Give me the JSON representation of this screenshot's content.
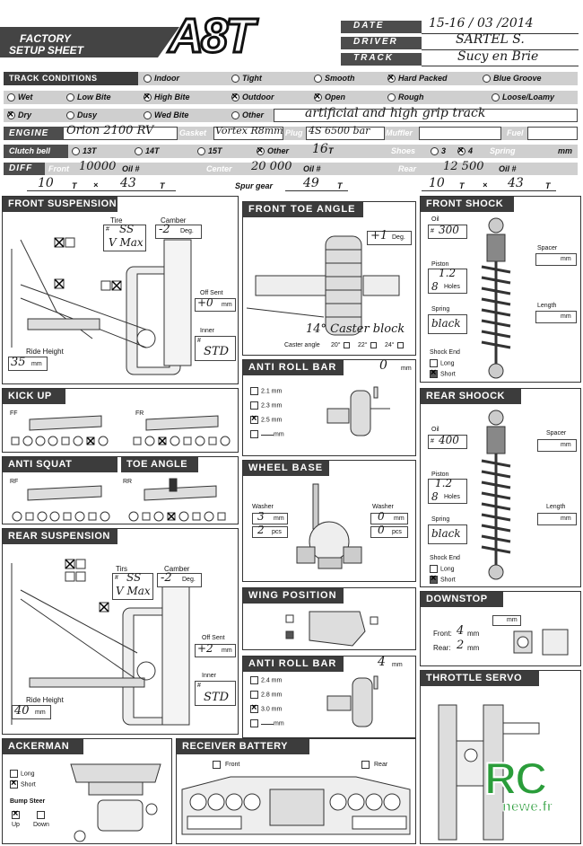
{
  "brand": {
    "factory": "FACTORY",
    "setup": "SETUP SHEET",
    "logo": "A8T"
  },
  "header": {
    "date_label": "DATE",
    "date_value": "15-16 / 03 /2014",
    "driver_label": "DRIVER",
    "driver_value": "SARTEL S.",
    "track_label": "TRACK",
    "track_value": "Sucy en Brie"
  },
  "track_conditions": {
    "title": "TRACK CONDITIONS",
    "row1": [
      "Indoor",
      "Tight",
      "Smooth",
      "Hard Packed",
      "Blue Groove"
    ],
    "row2": [
      "Wet",
      "Low Bite",
      "High Bite",
      "Outdoor",
      "Open",
      "Rough",
      "Loose/Loamy"
    ],
    "row3": [
      "Dry",
      "Dusy",
      "Wed Bite",
      "Other"
    ],
    "other_value": "artificial and high grip track"
  },
  "engine": {
    "label": "ENGINE",
    "value": "Orion 2100 RV",
    "gasket_label": "Gasket",
    "gasket_value": "Vortex R8mm",
    "plug_label": "Plug",
    "plug_value": "4S 6500 bar",
    "muffler_label": "Muffler",
    "fuel_label": "Fuel"
  },
  "clutch": {
    "label": "Clutch bell",
    "opt1": "13T",
    "opt2": "14T",
    "opt3": "15T",
    "opt4": "Other",
    "other_value": "16",
    "t": "T",
    "shoes_label": "Shoes",
    "shoes3": "3",
    "shoes4": "4",
    "spring_label": "Spring",
    "spring_unit": "mm"
  },
  "diff": {
    "label": "DIFF",
    "front_label": "Front",
    "front_value": "10000",
    "oil": "Oil #",
    "center_label": "Center",
    "center_value": "20 000",
    "rear_label": "Rear",
    "rear_value": "12 500",
    "front_t1": "10",
    "front_t2": "43",
    "t": "T",
    "x": "×",
    "spur_label": "Spur gear",
    "spur_value": "49",
    "rear_t1": "10",
    "rear_t2": "43"
  },
  "front_suspension": {
    "title": "FRONT SUSPENSION",
    "tire_label": "Tire",
    "tire_value1": "SS",
    "tire_value2": "V Max",
    "camber_label": "Camber",
    "camber_value": "-2",
    "deg": "Deg.",
    "offsent_label": "Off Sent",
    "offsent_value": "+0",
    "mm": "mm",
    "inner_label": "Inner",
    "inner_value": "STD",
    "ride_label": "Ride Height",
    "ride_value": "35",
    "hash": "#"
  },
  "front_toe": {
    "title": "FRONT TOE ANGLE",
    "value": "+1",
    "deg": "Deg.",
    "caster_text": "14° Caster block",
    "caster_label": "Caster angle",
    "c20": "20°",
    "c22": "22°",
    "c24": "24°"
  },
  "front_shock": {
    "title": "FRONT SHOCK",
    "oil_label": "Oil",
    "oil_value": "300",
    "piston_label": "Piston",
    "piston_value": "1.2",
    "holes_value": "8",
    "holes_label": "Holes",
    "spring_label": "Spring",
    "spring_value": "black",
    "spacer_label": "Spacer",
    "length_label": "Length",
    "mm": "mm",
    "end_label": "Shock End",
    "long": "Long",
    "short": "Short"
  },
  "anti_roll_front": {
    "title": "ANTI ROLL BAR",
    "value": "0",
    "mm": "mm",
    "o1": "2.1 mm",
    "o2": "2.3 mm",
    "o3": "2.5 mm",
    "o4": "mm"
  },
  "kickup": {
    "title": "KICK UP",
    "ff": "FF",
    "fr": "FR"
  },
  "anti_squat": {
    "title": "ANTI SQUAT",
    "rf": "RF"
  },
  "toe_angle": {
    "title": "TOE ANGLE",
    "rr": "RR"
  },
  "wheel_base": {
    "title": "WHEEL BASE",
    "washer": "Washer",
    "left_mm": "3",
    "left_pcs": "2",
    "right_mm": "0",
    "right_pcs": "0",
    "mm": "mm",
    "pcs": "pcs"
  },
  "rear_shock": {
    "title": "REAR SHOOCK",
    "oil_label": "Oil",
    "oil_value": "400",
    "piston_label": "Piston",
    "piston_value": "1.2",
    "holes_value": "8",
    "holes_label": "Holes",
    "spring_label": "Spring",
    "spring_value": "black",
    "spacer_label": "Spacer",
    "length_label": "Length",
    "mm": "mm",
    "end_label": "Shock End",
    "long": "Long",
    "short": "Short"
  },
  "rear_suspension": {
    "title": "REAR SUSPENSION",
    "tire_label": "Tirs",
    "tire_value1": "SS",
    "tire_value2": "V Max",
    "camber_label": "Camber",
    "camber_value": "-2",
    "deg": "Deg.",
    "offsent_label": "Off Sent",
    "offsent_value": "+2",
    "mm": "mm",
    "inner_label": "Inner",
    "inner_value": "STD",
    "ride_label": "Ride Height",
    "ride_value": "40",
    "hash": "#"
  },
  "wing": {
    "title": "WING POSITION"
  },
  "downstop": {
    "title": "DOWNSTOP",
    "front_label": "Front:",
    "front_value": "4",
    "rear_label": "Rear:",
    "rear_value": "2",
    "mm": "mm"
  },
  "anti_roll_rear": {
    "title": "ANTI ROLL BAR",
    "value": "4",
    "mm": "mm",
    "o1": "2.4 mm",
    "o2": "2.8 mm",
    "o3": "3.0 mm",
    "o4": "mm"
  },
  "throttle": {
    "title": "THROTTLE SERVO"
  },
  "ackerman": {
    "title": "ACKERMAN",
    "long": "Long",
    "short": "Short",
    "bump": "Bump Steer",
    "up": "Up",
    "down": "Down"
  },
  "receiver": {
    "title": "RECEIVER BATTERY",
    "front": "Front",
    "rear": "Rear"
  },
  "watermark": {
    "rc": "RC",
    "site": "newe.fr"
  }
}
